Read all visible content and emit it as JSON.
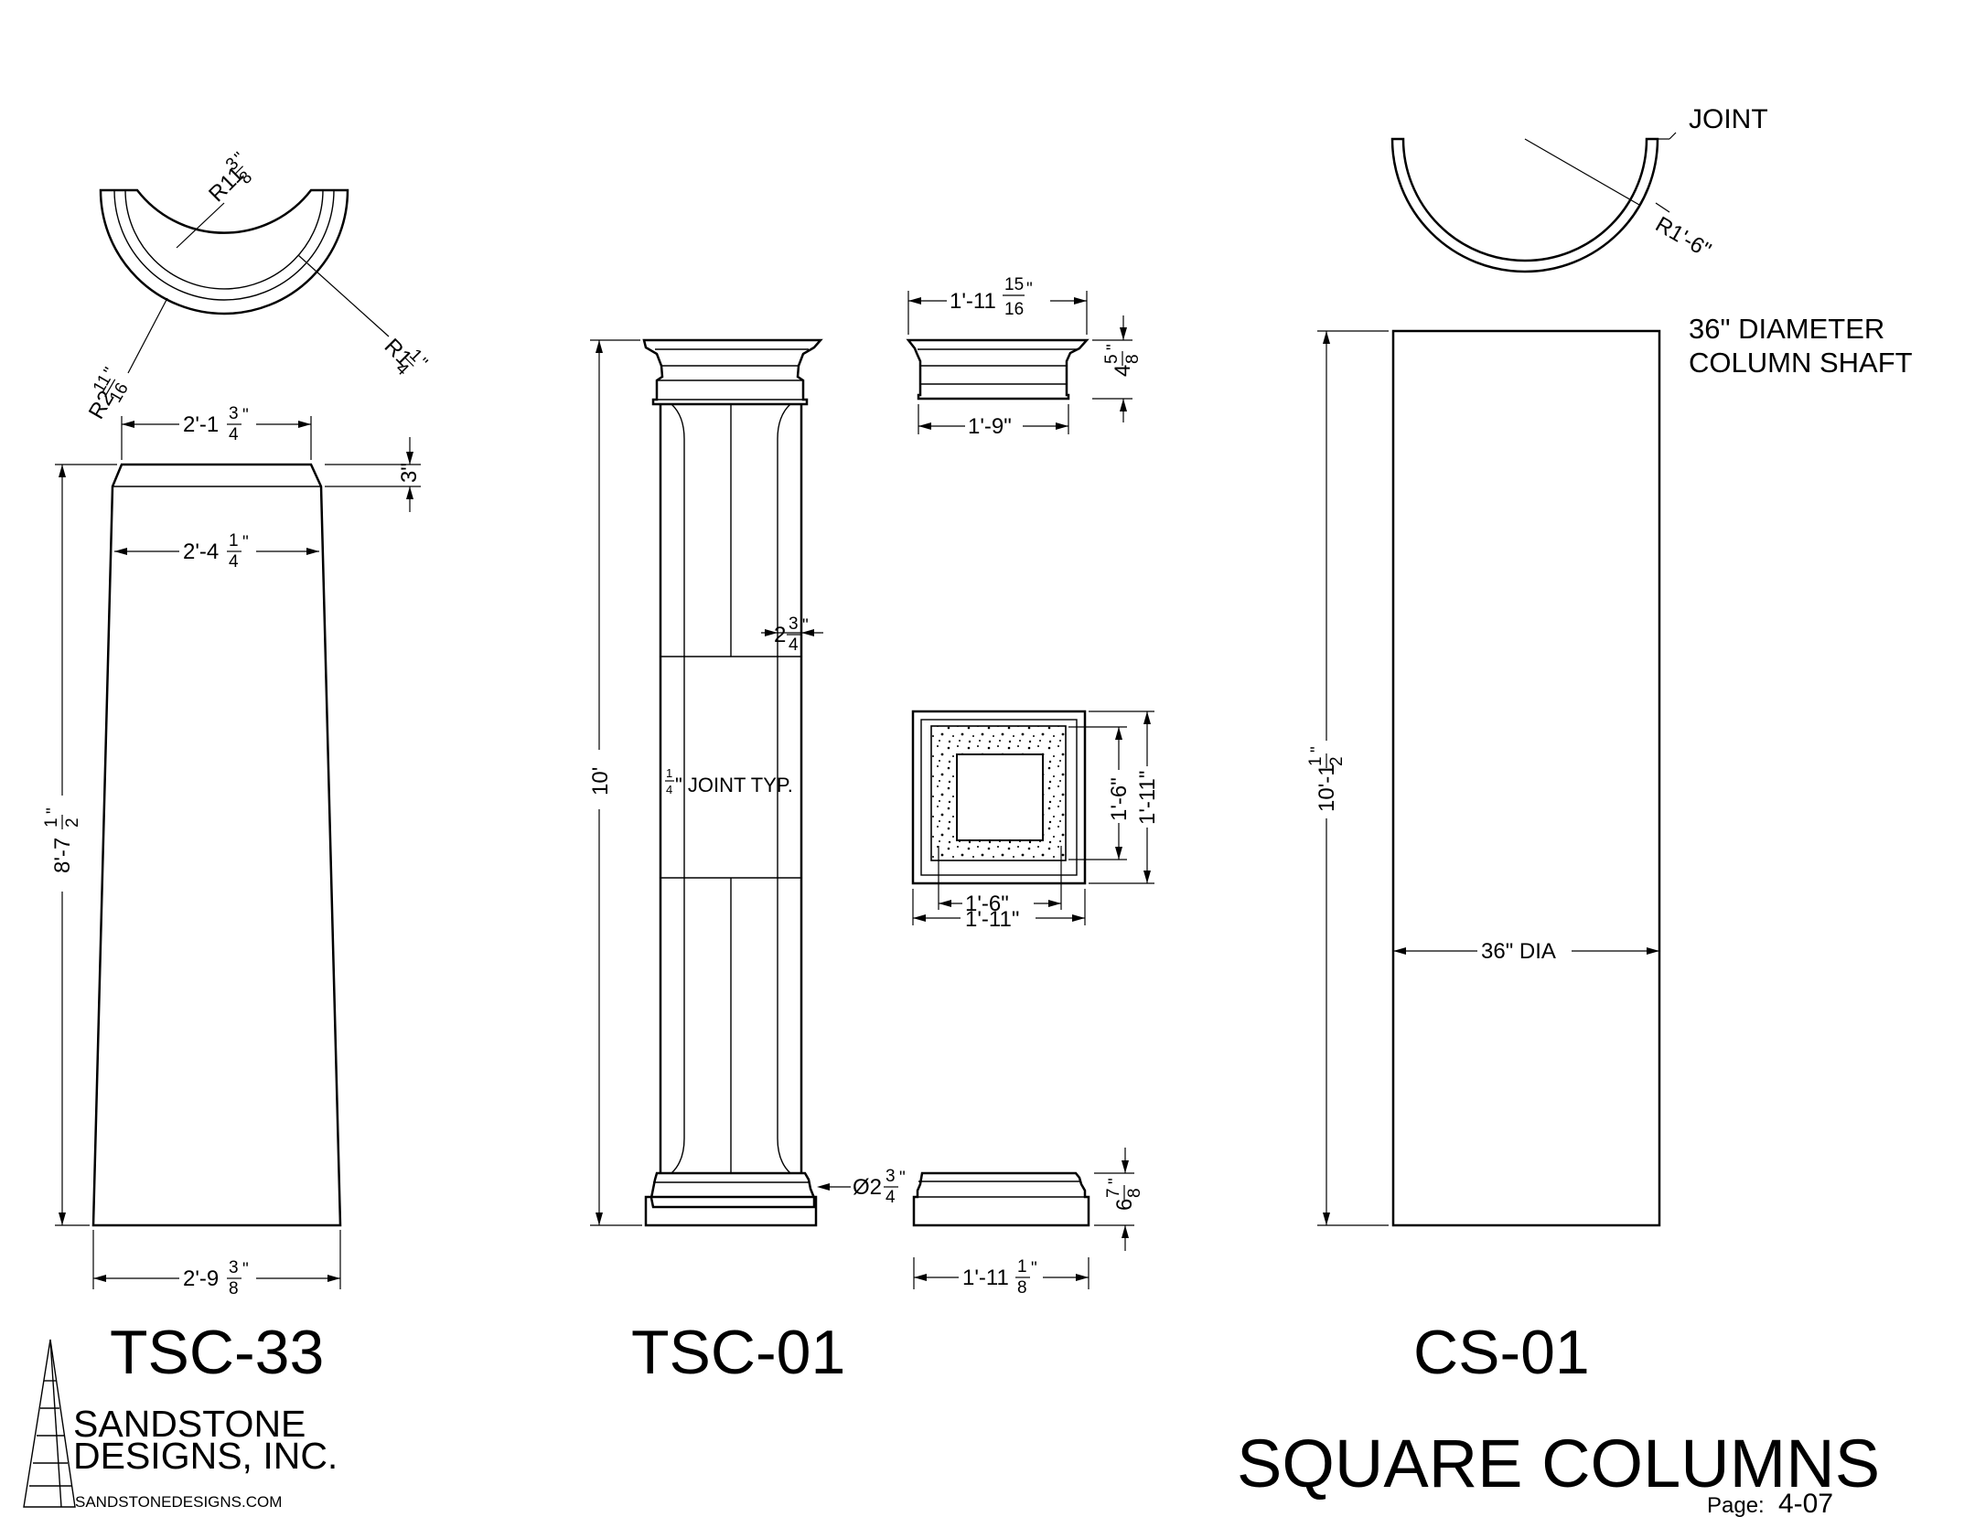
{
  "drawings": {
    "tsc33": {
      "label": "TSC-33",
      "radius_inner_whole": "R11",
      "radius_inner_num": "3",
      "radius_inner_den": "8",
      "radius_inner_unit": "\"",
      "radius_mid_whole": "R1",
      "radius_mid_num": "1",
      "radius_mid_den": "4",
      "radius_mid_unit": "\"",
      "radius_outer_whole": "R2",
      "radius_outer_num": "11",
      "radius_outer_den": "16",
      "radius_outer_unit": "\"",
      "top_width_whole": "2'-1",
      "top_width_num": "3",
      "top_width_den": "4",
      "top_width_unit": "\"",
      "cap_height": "3\"",
      "upper_width_whole": "2'-4",
      "upper_width_num": "1",
      "upper_width_den": "4",
      "upper_width_unit": "\"",
      "height_whole": "8'-7",
      "height_num": "1",
      "height_den": "2",
      "height_unit": "\"",
      "base_width_whole": "2'-9",
      "base_width_num": "3",
      "base_width_den": "8",
      "base_width_unit": "\""
    },
    "tsc01": {
      "label": "TSC-01",
      "height": "10'",
      "joint_num": "1",
      "joint_den": "4",
      "joint_note": "\" JOINT TYP.",
      "recess_whole": "2",
      "recess_num": "3",
      "recess_den": "4",
      "recess_unit": "\"",
      "dia_whole": "Ø2",
      "dia_num": "3",
      "dia_den": "4",
      "dia_unit": "\"",
      "cap_top_width_whole": "1'-11",
      "cap_top_width_num": "15",
      "cap_top_width_den": "16",
      "cap_top_width_unit": "\"",
      "cap_height_whole": "4",
      "cap_height_num": "5",
      "cap_height_den": "8",
      "cap_height_unit": "\"",
      "cap_bottom_width": "1'-9\"",
      "section_inner_w": "1'-6\"",
      "section_outer_w": "1'-11\"",
      "section_inner_h": "1'-6\"",
      "section_outer_h": "1'-11\"",
      "base_height_whole": "6",
      "base_height_num": "7",
      "base_height_den": "8",
      "base_height_unit": "\"",
      "base_width_whole": "1'-11",
      "base_width_num": "1",
      "base_width_den": "8",
      "base_width_unit": "\""
    },
    "cs01": {
      "label": "CS-01",
      "joint_note": "JOINT",
      "radius": "R1'-6\"",
      "description_line1": "36\" DIAMETER",
      "description_line2": "COLUMN SHAFT",
      "height_whole": "10'-1",
      "height_num": "1",
      "height_den": "2",
      "height_unit": "\"",
      "diameter": "36\" DIA"
    }
  },
  "footer": {
    "company_line1": "SANDSTONE",
    "company_line2": "DESIGNS, INC.",
    "website": "SANDSTONEDESIGNS.COM",
    "sheet_title": "SQUARE COLUMNS",
    "page_label": "Page:",
    "page_number": "4-07"
  }
}
